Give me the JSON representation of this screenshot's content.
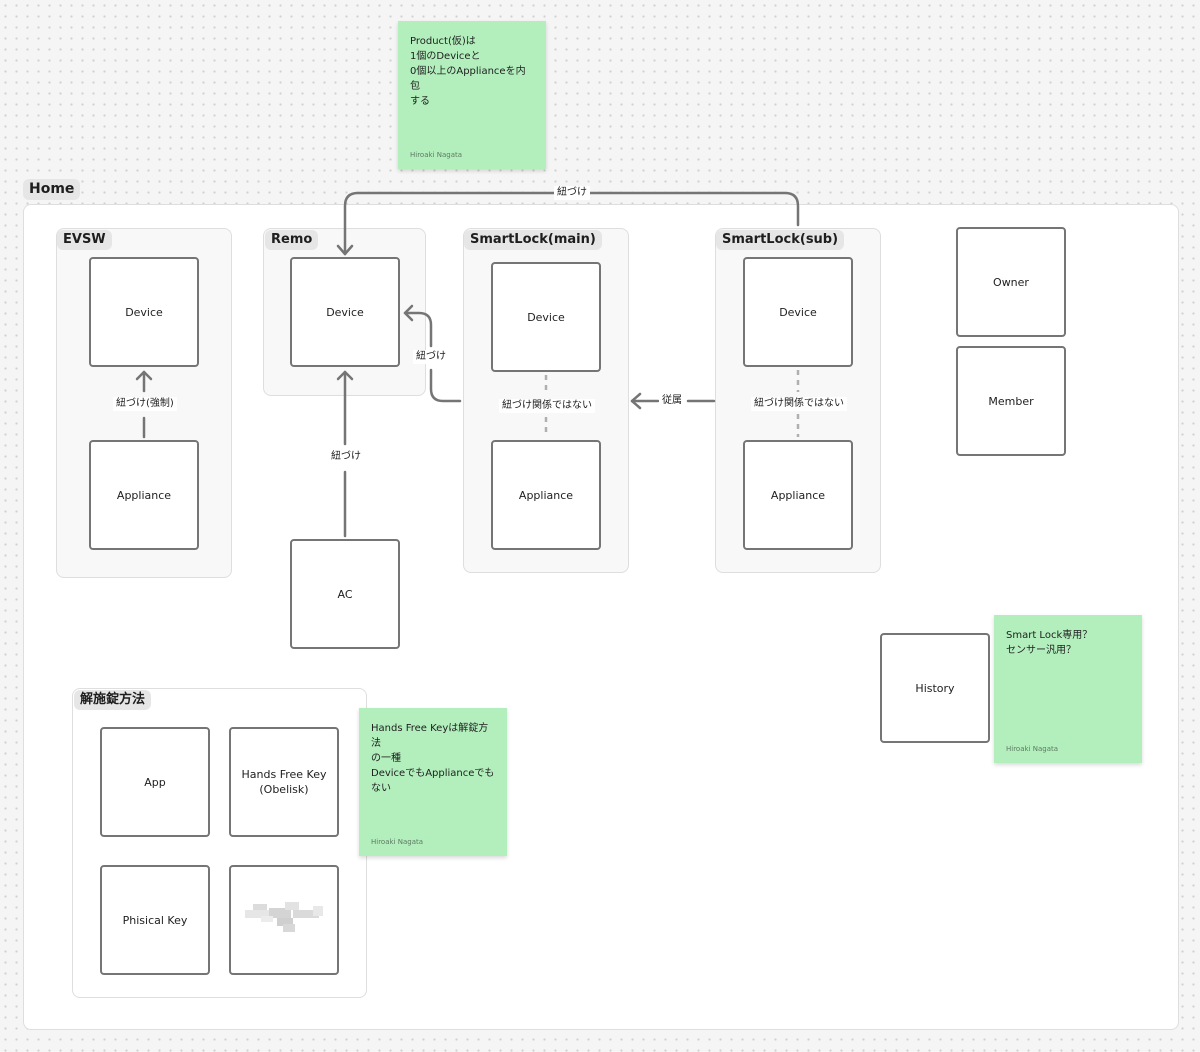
{
  "stickies": {
    "product": {
      "text": "Product(仮)は\n1個のDeviceと\n0個以上のApplianceを内包\nする",
      "author": "Hiroaki Nagata"
    },
    "handsfree": {
      "text": "Hands Free Keyは解錠方法\nの一種\nDeviceでもApplianceでも\nない",
      "author": "Hiroaki Nagata"
    },
    "smartlock": {
      "text": "Smart Lock専用？\nセンサー汎用？",
      "author": "Hiroaki Nagata"
    }
  },
  "home": {
    "title": "Home"
  },
  "groups": {
    "evsw": {
      "title": "EVSW",
      "device": "Device",
      "appliance": "Appliance",
      "link": "紐づけ(強制)"
    },
    "remo": {
      "title": "Remo",
      "device": "Device"
    },
    "smartlock_main": {
      "title": "SmartLock(main)",
      "device": "Device",
      "appliance": "Appliance",
      "link": "紐づけ関係ではない"
    },
    "smartlock_sub": {
      "title": "SmartLock(sub)",
      "device": "Device",
      "appliance": "Appliance",
      "link": "紐づけ関係ではない"
    },
    "unlock": {
      "title": "解施錠方法",
      "app": "App",
      "handsfree": "Hands Free Key\n(Obelisk)",
      "physical": "Phisical Key"
    }
  },
  "nodes": {
    "ac": "AC",
    "owner": "Owner",
    "member": "Member",
    "history": "History"
  },
  "connectors": {
    "top_link": "紐づけ",
    "ac_to_remo": "紐づけ",
    "main_to_remo": "紐づけ",
    "sub_to_main": "従属"
  },
  "colors": {
    "sticky": "#b3efbd",
    "stroke": "#757575",
    "canvas": "#f5f5f5"
  }
}
